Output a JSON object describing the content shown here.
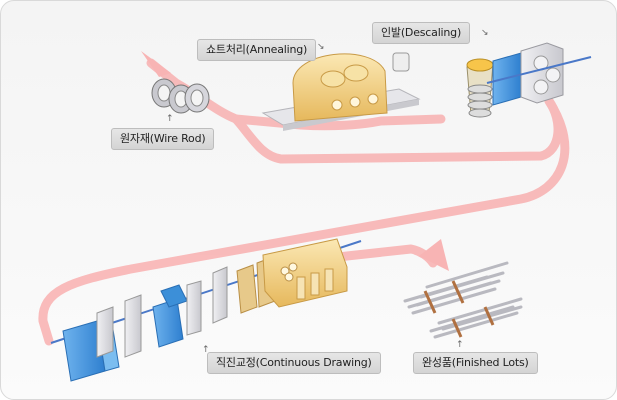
{
  "labels": {
    "annealing": "쇼트처리(Annealing)",
    "descaling": "인발(Descaling)",
    "wire_rod": "원자재(Wire Rod)",
    "continuous_drawing": "직진교정(Continuous Drawing)",
    "finished_lots": "완성품(Finished Lots)"
  },
  "colors": {
    "flow_path": "#f8b4b4",
    "machine_blue": "#3c8fd8",
    "machine_yellow": "#f2d48a",
    "machine_grey": "#d8d8dc",
    "wire": "#4a78c8",
    "band": "#b07040"
  }
}
